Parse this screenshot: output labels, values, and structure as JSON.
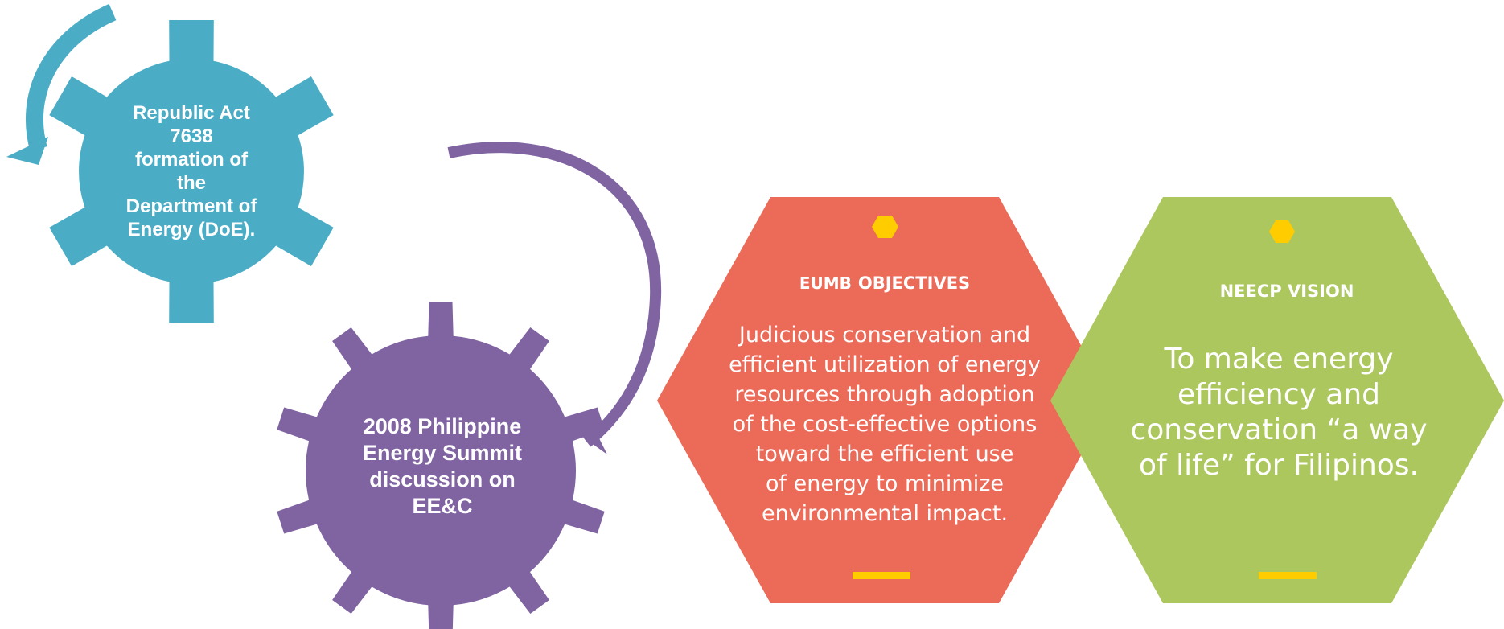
{
  "diagram": {
    "colors": {
      "teal": "#4bacc6",
      "purple": "#8064a2",
      "coral": "#ec6a58",
      "green": "#acc75d",
      "yellow": "#ffcc00",
      "text": "#ffffff"
    },
    "gear1": {
      "lines": [
        "Republic Act",
        "7638",
        "formation of",
        "the",
        "Department of",
        "Energy (DoE)."
      ]
    },
    "gear2": {
      "lines": [
        "2008 Philippine",
        "Energy Summit",
        "discussion on",
        "EE&C"
      ]
    },
    "objectives": {
      "title_prefix": "EUMB",
      "title": "OBJECTIVES",
      "lines": [
        "Judicious conservation and",
        "efficient utilization of energy",
        "resources through adoption",
        "of the cost-effective options",
        "toward the efficient use",
        "of energy to minimize",
        "environmental impact."
      ]
    },
    "vision": {
      "title": "NEECP VISION",
      "lines": [
        "To make energy",
        "efficiency and",
        "conservation “a way",
        "of life” for Filipinos."
      ]
    }
  }
}
